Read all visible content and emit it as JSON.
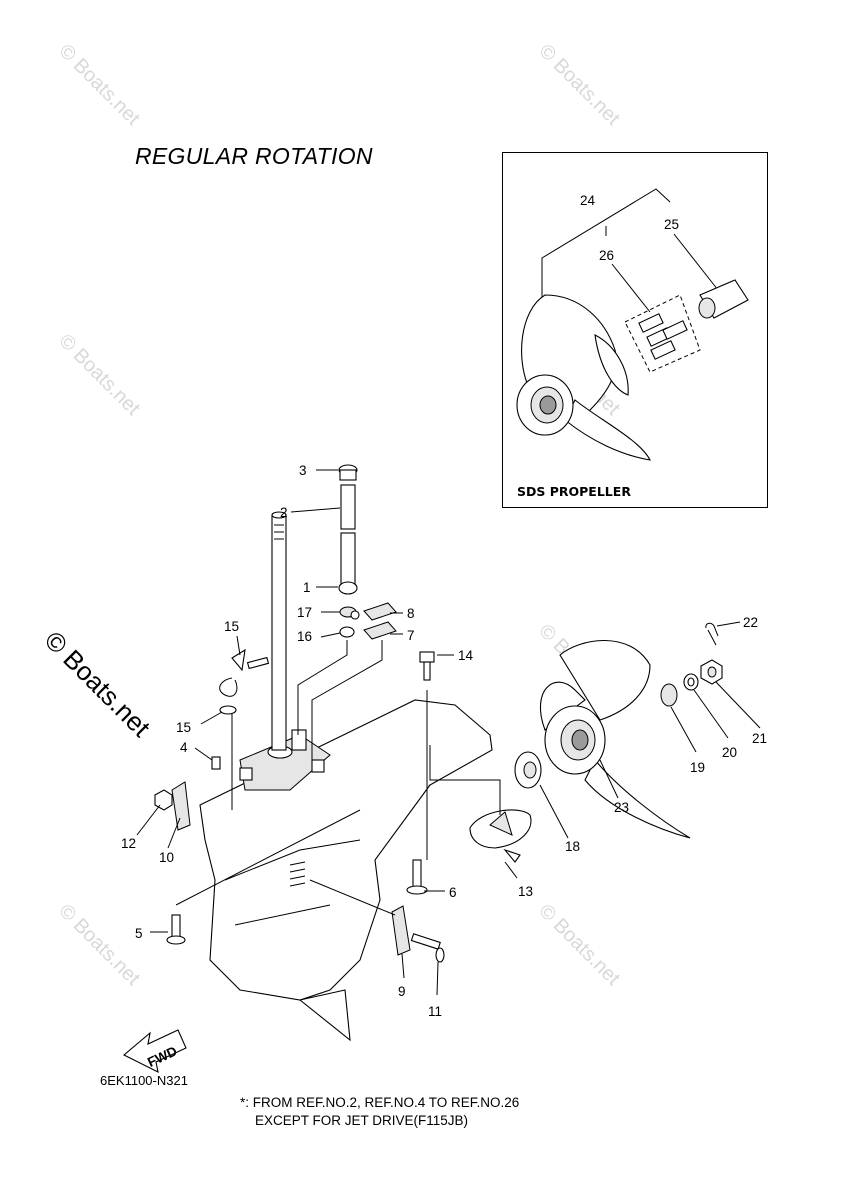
{
  "title": "REGULAR ROTATION",
  "inset_label": "SDS PROPELLER",
  "diagram_code": "6EK1100-N321",
  "note_line1": "*: FROM REF.NO.2, REF.NO.4 TO REF.NO.26",
  "note_line2": "EXCEPT FOR JET DRIVE(F115JB)",
  "fwd_label": "FWD",
  "watermark": "© Boats.net",
  "callouts": {
    "n1": "1",
    "n2": "2",
    "n3": "3",
    "n4": "4",
    "n5": "5",
    "n6": "6",
    "n7": "7",
    "n8": "8",
    "n9": "9",
    "n10": "10",
    "n11": "11",
    "n12": "12",
    "n13": "13",
    "n14": "14",
    "n15a": "15",
    "n15b": "15",
    "n16": "16",
    "n17": "17",
    "n18": "18",
    "n19": "19",
    "n20": "20",
    "n21": "21",
    "n22": "22",
    "n23": "23",
    "n24": "24",
    "n25": "25",
    "n26": "26"
  }
}
